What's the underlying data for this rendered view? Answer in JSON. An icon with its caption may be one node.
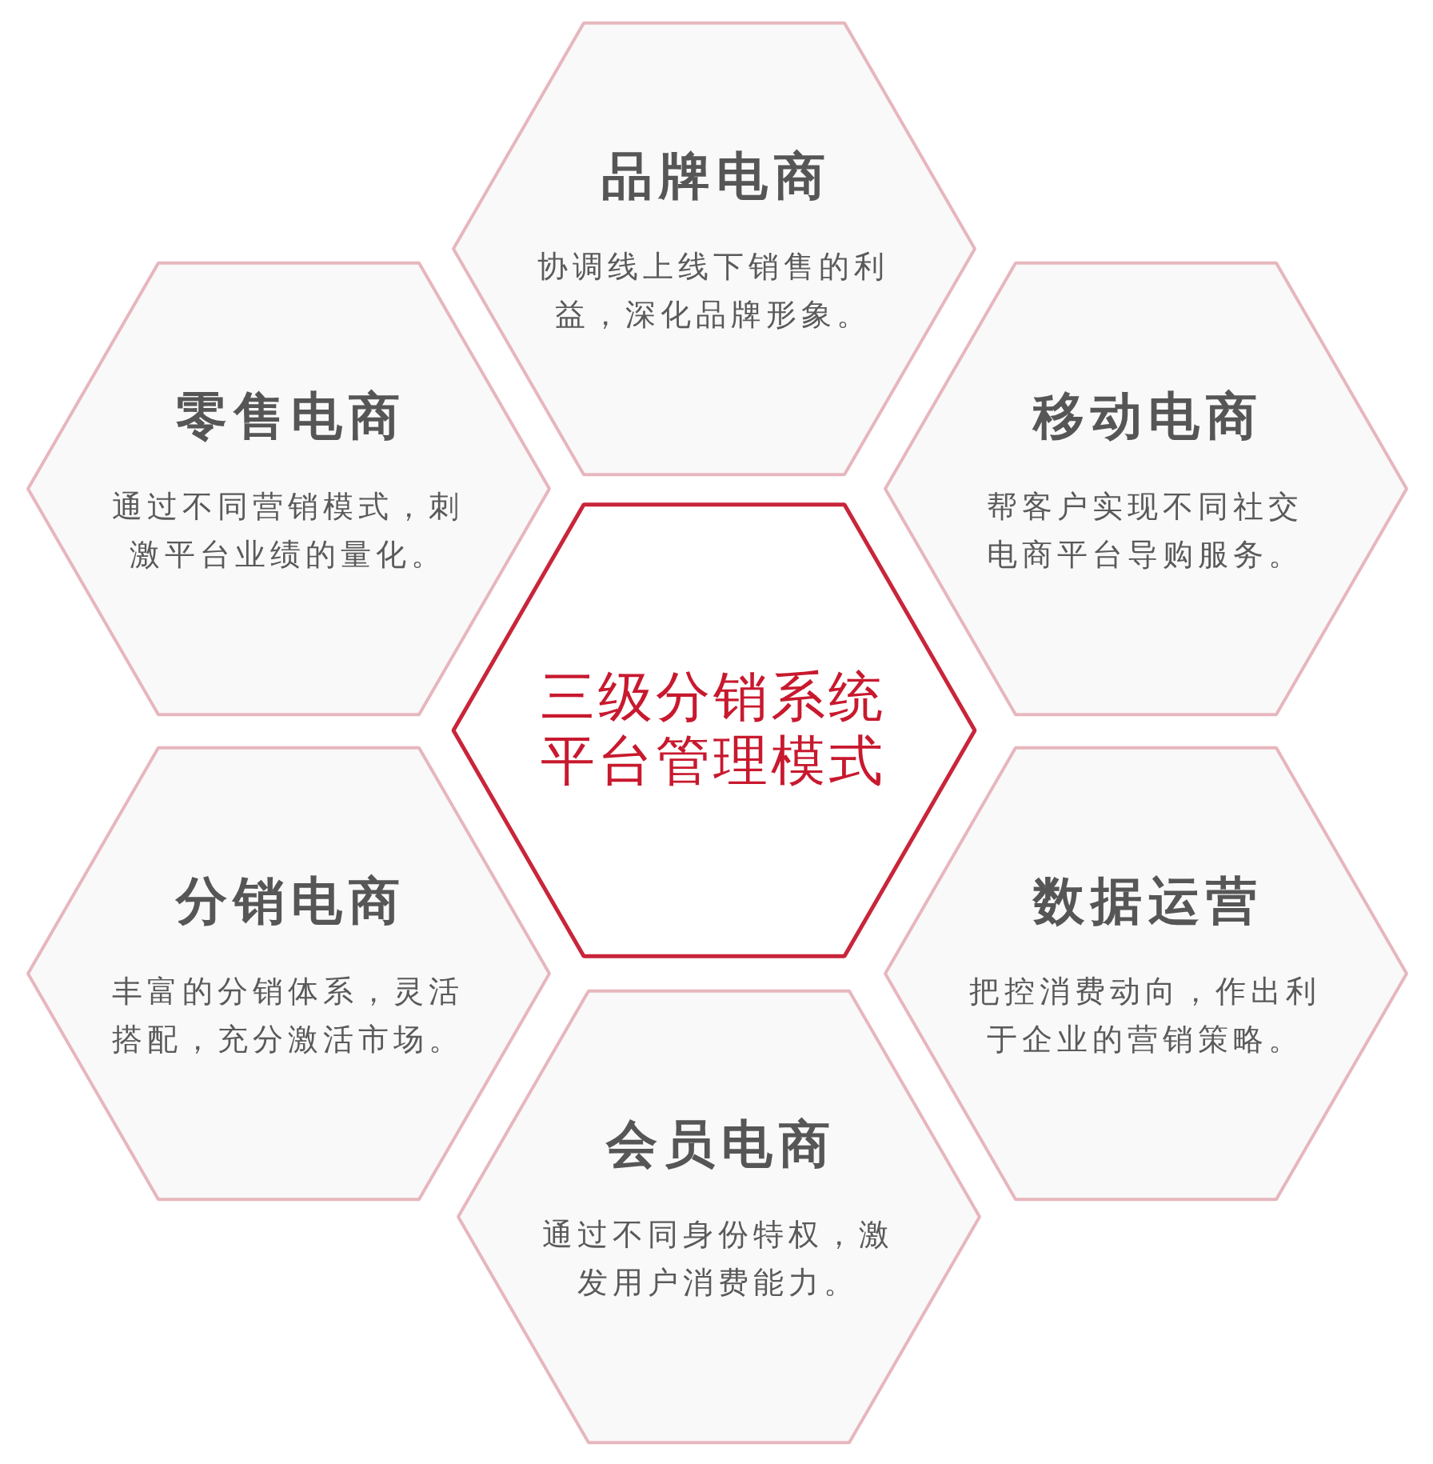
{
  "diagram": {
    "nodes": [
      {
        "text": [
          "品牌电商",
          "协调线上线下销售的利益，深化品牌形象。"
        ]
      },
      {
        "text": [
          "零售电商",
          "通过不同营销模式，刺激平台业绩的量化。"
        ]
      },
      {
        "text": [
          "移动电商",
          "帮客户实现不同社交电商平台导购服务。"
        ]
      },
      {
        "text": [
          "三级分销系统平台管理模式"
        ]
      },
      {
        "text": [
          "分销电商",
          "丰富的分销体系，灵活搭配，充分激活市场。"
        ]
      },
      {
        "text": [
          "数据运营",
          "把控消费动向，作出利于企业的营销策略。"
        ]
      },
      {
        "text": [
          "会员电商",
          "通过不同身份特权，激发用户消费能力。"
        ]
      }
    ]
  }
}
